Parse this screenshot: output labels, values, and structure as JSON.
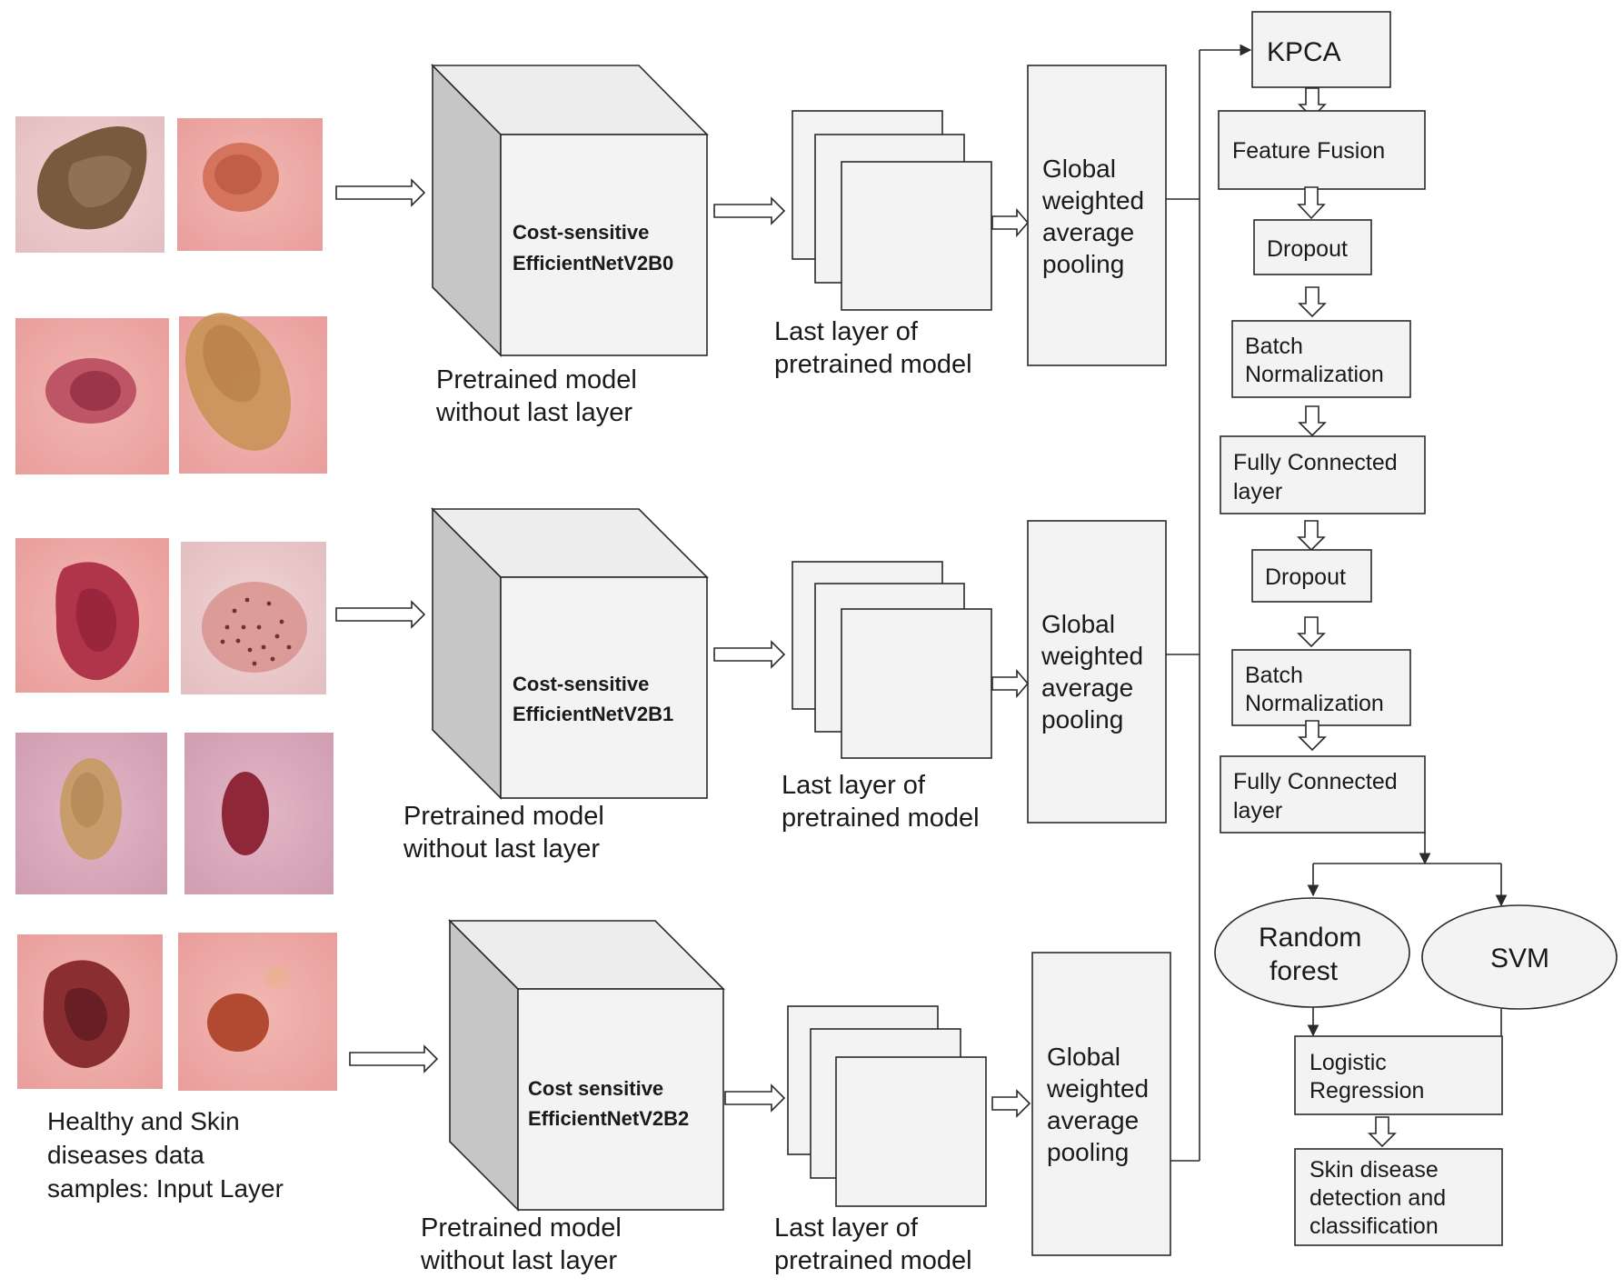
{
  "input_caption": [
    "Healthy and Skin",
    "diseases data",
    "samples: Input Layer"
  ],
  "branches": [
    {
      "model_name": [
        "Cost-sensitive",
        "EfficientNetV2B0"
      ],
      "pretrained_caption": [
        "Pretrained model",
        "without last layer"
      ],
      "last_layer_caption": [
        "Last layer of",
        "pretrained model"
      ],
      "pooling": [
        "Global",
        "weighted",
        "average",
        "pooling"
      ]
    },
    {
      "model_name": [
        "Cost-sensitive",
        "EfficientNetV2B1"
      ],
      "pretrained_caption": [
        "Pretrained model",
        "without last layer"
      ],
      "last_layer_caption": [
        "Last layer of",
        "pretrained model"
      ],
      "pooling": [
        "Global",
        "weighted",
        "average",
        "pooling"
      ]
    },
    {
      "model_name": [
        "Cost sensitive",
        "EfficientNetV2B2"
      ],
      "pretrained_caption": [
        "Pretrained model",
        "without last layer"
      ],
      "last_layer_caption": [
        "Last layer of",
        "pretrained model"
      ],
      "pooling": [
        "Global",
        "weighted",
        "average",
        "pooling"
      ]
    }
  ],
  "pipeline": {
    "kpca": "KPCA",
    "feature_fusion": "Feature Fusion",
    "dropout_1": "Dropout",
    "batch_norm_1": [
      "Batch",
      "Normalization"
    ],
    "fully_connected_1": [
      "Fully Connected",
      "layer"
    ],
    "dropout_2": "Dropout",
    "batch_norm_2": [
      "Batch",
      "Normalization"
    ],
    "fully_connected_2": [
      "Fully Connected",
      "layer"
    ]
  },
  "classifiers": {
    "random_forest": [
      "Random",
      "forest"
    ],
    "svm": "SVM"
  },
  "logistic_regression": [
    "Logistic",
    "Regression"
  ],
  "output": [
    "Skin disease",
    "detection and",
    "classification"
  ],
  "colors": {
    "box_fill": "#f3f3f3",
    "stroke": "#2a2a2a",
    "cube_side": "#c6c6c6"
  }
}
